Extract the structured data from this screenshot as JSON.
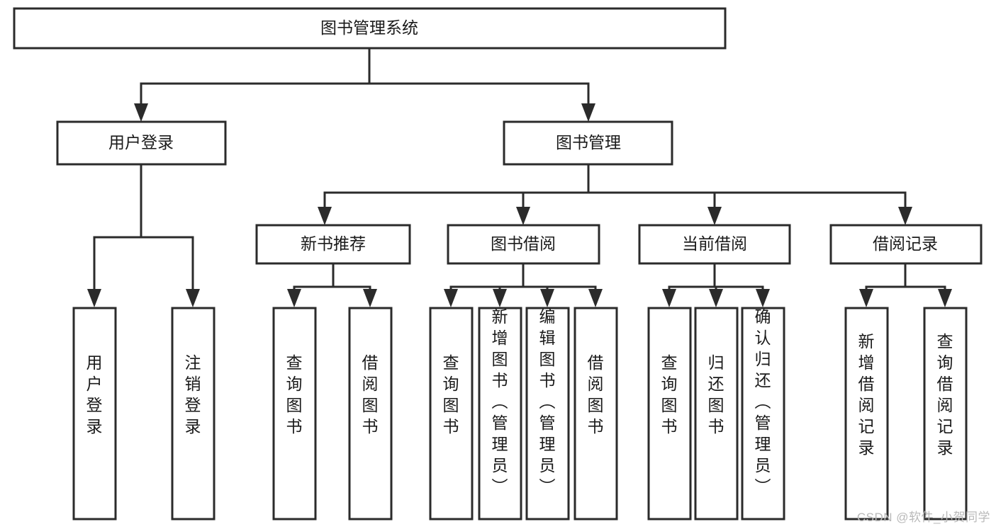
{
  "diagram": {
    "title": "图书管理系统",
    "type": "tree-hierarchy",
    "watermark": "CSDN @软件_小贺同学",
    "colors": {
      "stroke": "#2b2b2b",
      "fill": "#ffffff",
      "text": "#1a1a1a",
      "watermark": "#b9b9b9",
      "background": "#ffffff"
    },
    "nodes": {
      "root": {
        "label": "图书管理系统",
        "level": 1,
        "orientation": "horizontal"
      },
      "l2": [
        {
          "label": "用户登录",
          "level": 2,
          "orientation": "horizontal"
        },
        {
          "label": "图书管理",
          "level": 2,
          "orientation": "horizontal"
        }
      ],
      "l3": [
        {
          "label": "新书推荐",
          "level": 3,
          "orientation": "horizontal"
        },
        {
          "label": "图书借阅",
          "level": 3,
          "orientation": "horizontal"
        },
        {
          "label": "当前借阅",
          "level": 3,
          "orientation": "horizontal"
        },
        {
          "label": "借阅记录",
          "level": 3,
          "orientation": "horizontal"
        }
      ],
      "leaves": [
        {
          "label": "用户登录",
          "parent": "用户登录",
          "orientation": "vertical"
        },
        {
          "label": "注销登录",
          "parent": "用户登录",
          "orientation": "vertical"
        },
        {
          "label": "查询图书",
          "parent": "新书推荐",
          "orientation": "vertical"
        },
        {
          "label": "借阅图书",
          "parent": "新书推荐",
          "orientation": "vertical"
        },
        {
          "label": "查询图书",
          "parent": "图书借阅",
          "orientation": "vertical"
        },
        {
          "label": "新增图书（管理员）",
          "parent": "图书借阅",
          "orientation": "vertical"
        },
        {
          "label": "编辑图书（管理员）",
          "parent": "图书借阅",
          "orientation": "vertical"
        },
        {
          "label": "借阅图书",
          "parent": "图书借阅",
          "orientation": "vertical"
        },
        {
          "label": "查询图书",
          "parent": "当前借阅",
          "orientation": "vertical"
        },
        {
          "label": "归还图书",
          "parent": "当前借阅",
          "orientation": "vertical"
        },
        {
          "label": "确认归还（管理员）",
          "parent": "当前借阅",
          "orientation": "vertical"
        },
        {
          "label": "新增借阅记录",
          "parent": "借阅记录",
          "orientation": "vertical"
        },
        {
          "label": "查询借阅记录",
          "parent": "借阅记录",
          "orientation": "vertical"
        }
      ]
    }
  }
}
